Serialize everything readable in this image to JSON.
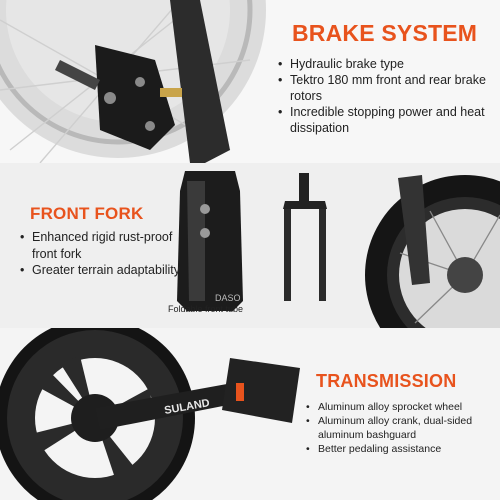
{
  "brake_system": {
    "heading": "BRAKE SYSTEM",
    "bullets": [
      "Hydraulic brake type",
      "Tektro 180 mm front and rear brake rotors",
      "Incredible stopping power and heat dissipation"
    ]
  },
  "front_fork": {
    "heading": "FRONT FORK",
    "bullets": [
      "Enhanced rigid rust-proof front fork",
      "Greater terrain adaptability"
    ],
    "caption": "Foldable front tube"
  },
  "transmission": {
    "heading": "TRANSMISSION",
    "bullets": [
      "Aluminum alloy sprocket wheel",
      "Aluminum alloy crank, dual-sided aluminum bashguard",
      "Better pedaling assistance"
    ]
  },
  "colors": {
    "accent": "#e8531d",
    "text": "#222222"
  }
}
